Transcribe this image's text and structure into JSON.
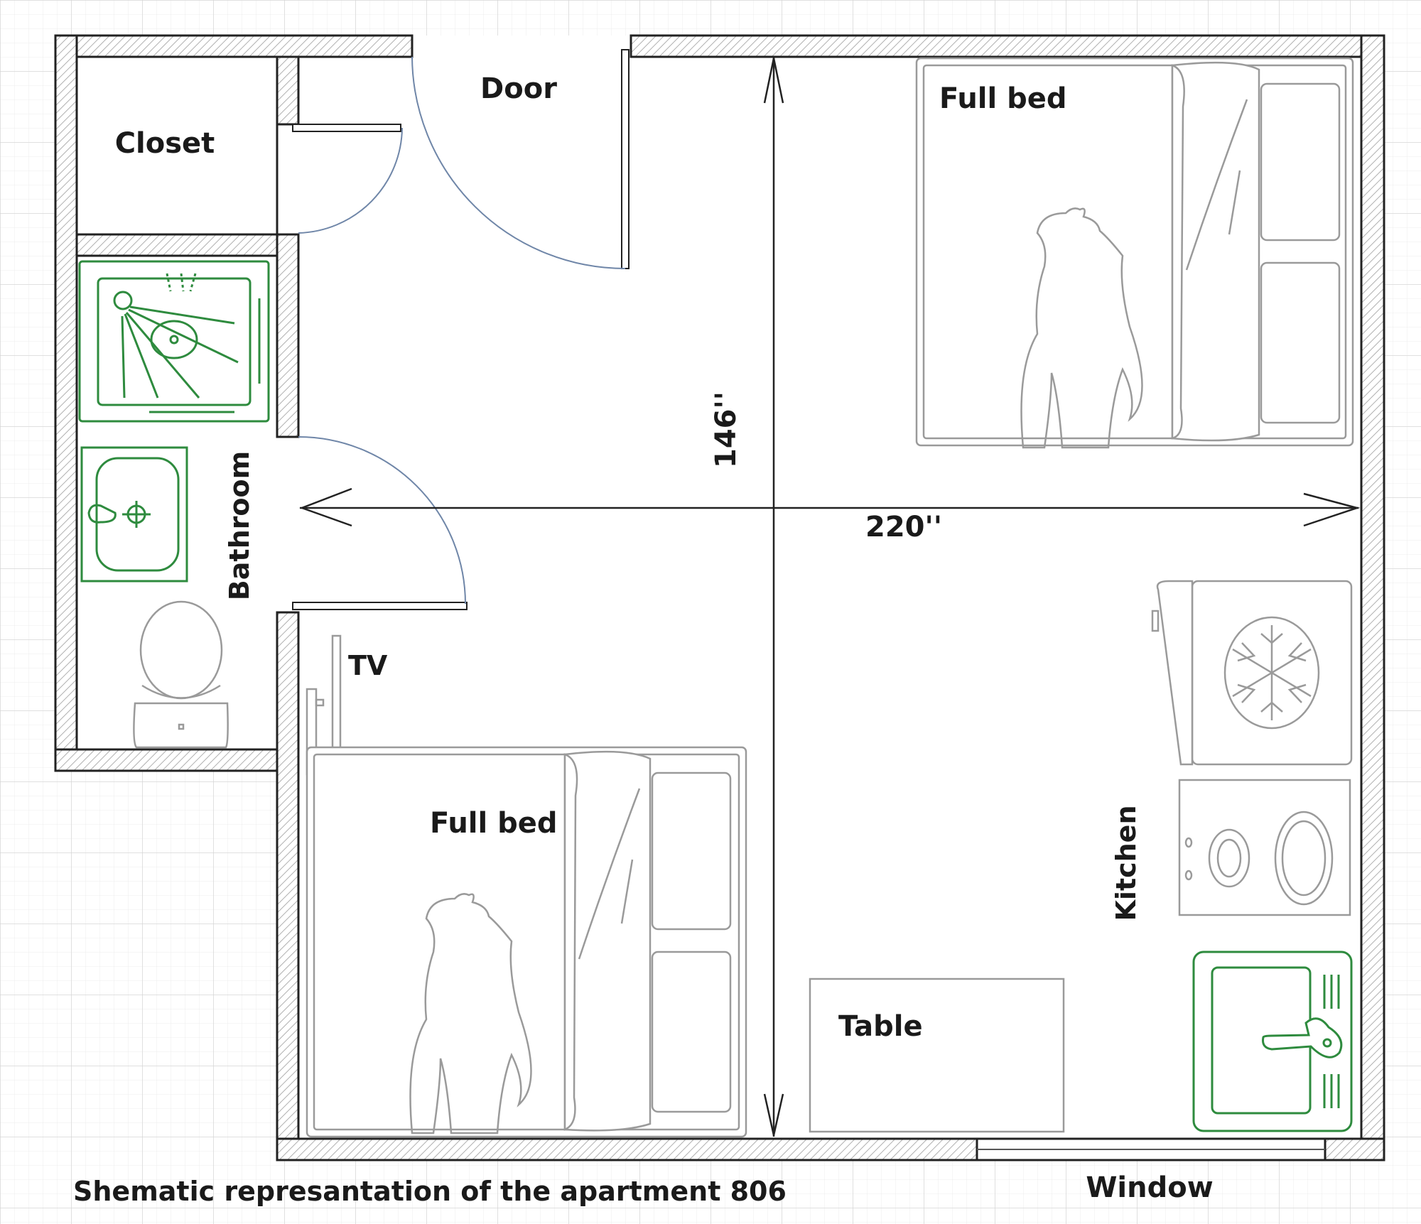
{
  "title": "Shematic represantation of the apartment 806",
  "labels": {
    "closet": "Closet",
    "door": "Door",
    "bathroom": "Bathroom",
    "tv": "TV",
    "bed_top": "Full bed",
    "bed_bottom": "Full bed",
    "kitchen": "Kitchen",
    "table": "Table",
    "window": "Window"
  },
  "dimensions": {
    "height": "146''",
    "width": "220''"
  },
  "colors": {
    "wall": "#222222",
    "fixture_outline": "#9a9a9a",
    "plumbing": "#2e8b3e",
    "door_swing": "#6f86a8",
    "grid": "#dcdcdc"
  },
  "icons": [
    "shower-icon",
    "sink-icon",
    "toilet-icon",
    "fridge-icon",
    "stove-icon",
    "kitchen-sink-icon",
    "person-icon"
  ]
}
